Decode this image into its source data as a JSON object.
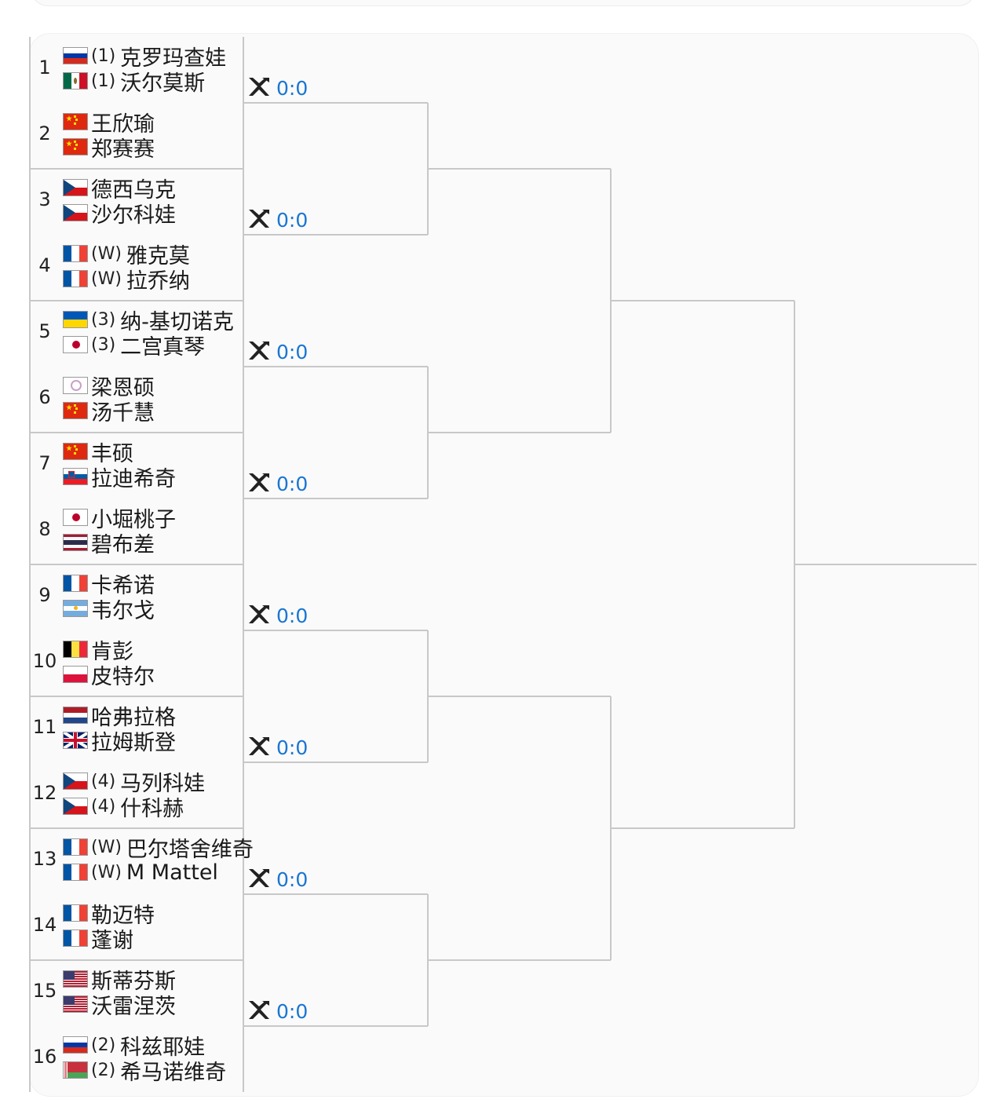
{
  "colors": {
    "score": "#1976d2",
    "line": "#c8c8c8",
    "text": "#1a1a1a",
    "background": "#fafafa"
  },
  "icons": {
    "match": "crossed-rackets-icon"
  },
  "watermark": "",
  "slots": [
    {
      "num": "1",
      "players": [
        {
          "flag": "russia",
          "seed": "(1)",
          "name": "克罗玛查娃"
        },
        {
          "flag": "mexico",
          "seed": "(1)",
          "name": "沃尔莫斯"
        }
      ]
    },
    {
      "num": "2",
      "players": [
        {
          "flag": "china",
          "seed": "",
          "name": "王欣瑜"
        },
        {
          "flag": "china",
          "seed": "",
          "name": "郑赛赛"
        }
      ]
    },
    {
      "num": "3",
      "players": [
        {
          "flag": "czech",
          "seed": "",
          "name": "德西乌克"
        },
        {
          "flag": "czech",
          "seed": "",
          "name": "沙尔科娃"
        }
      ]
    },
    {
      "num": "4",
      "players": [
        {
          "flag": "france",
          "seed": "(W)",
          "name": "雅克莫"
        },
        {
          "flag": "france",
          "seed": "(W)",
          "name": "拉乔纳"
        }
      ]
    },
    {
      "num": "5",
      "players": [
        {
          "flag": "ukraine",
          "seed": "(3)",
          "name": "纳-基切诺克"
        },
        {
          "flag": "japan",
          "seed": "(3)",
          "name": "二宫真琴"
        }
      ]
    },
    {
      "num": "6",
      "players": [
        {
          "flag": "taipei",
          "seed": "",
          "name": "梁恩硕"
        },
        {
          "flag": "china",
          "seed": "",
          "name": "汤千慧"
        }
      ]
    },
    {
      "num": "7",
      "players": [
        {
          "flag": "china",
          "seed": "",
          "name": "丰硕"
        },
        {
          "flag": "slovenia",
          "seed": "",
          "name": "拉迪希奇"
        }
      ]
    },
    {
      "num": "8",
      "players": [
        {
          "flag": "japan",
          "seed": "",
          "name": "小堀桃子"
        },
        {
          "flag": "thailand",
          "seed": "",
          "name": "碧布差"
        }
      ]
    },
    {
      "num": "9",
      "players": [
        {
          "flag": "france",
          "seed": "",
          "name": "卡希诺"
        },
        {
          "flag": "argentina",
          "seed": "",
          "name": "韦尔戈"
        }
      ]
    },
    {
      "num": "10",
      "players": [
        {
          "flag": "belgium",
          "seed": "",
          "name": "肯彭"
        },
        {
          "flag": "poland",
          "seed": "",
          "name": "皮特尔"
        }
      ]
    },
    {
      "num": "11",
      "players": [
        {
          "flag": "netherlands",
          "seed": "",
          "name": "哈弗拉格"
        },
        {
          "flag": "uk",
          "seed": "",
          "name": "拉姆斯登"
        }
      ]
    },
    {
      "num": "12",
      "players": [
        {
          "flag": "czech",
          "seed": "(4)",
          "name": "马列科娃"
        },
        {
          "flag": "czech",
          "seed": "(4)",
          "name": "什科赫"
        }
      ]
    },
    {
      "num": "13",
      "players": [
        {
          "flag": "france",
          "seed": "(W)",
          "name": "巴尔塔舍维奇"
        },
        {
          "flag": "france",
          "seed": "(W)",
          "name": "M Mattel"
        }
      ]
    },
    {
      "num": "14",
      "players": [
        {
          "flag": "france",
          "seed": "",
          "name": "勒迈特"
        },
        {
          "flag": "france",
          "seed": "",
          "name": "蓬谢"
        }
      ]
    },
    {
      "num": "15",
      "players": [
        {
          "flag": "usa",
          "seed": "",
          "name": "斯蒂芬斯"
        },
        {
          "flag": "usa",
          "seed": "",
          "name": "沃雷涅茨"
        }
      ]
    },
    {
      "num": "16",
      "players": [
        {
          "flag": "russia",
          "seed": "(2)",
          "name": "科兹耶娃"
        },
        {
          "flag": "belarus",
          "seed": "(2)",
          "name": "希马诺维奇"
        }
      ]
    }
  ],
  "matches": [
    {
      "score": "0:0"
    },
    {
      "score": "0:0"
    },
    {
      "score": "0:0"
    },
    {
      "score": "0:0"
    },
    {
      "score": "0:0"
    },
    {
      "score": "0:0"
    },
    {
      "score": "0:0"
    },
    {
      "score": "0:0"
    }
  ]
}
